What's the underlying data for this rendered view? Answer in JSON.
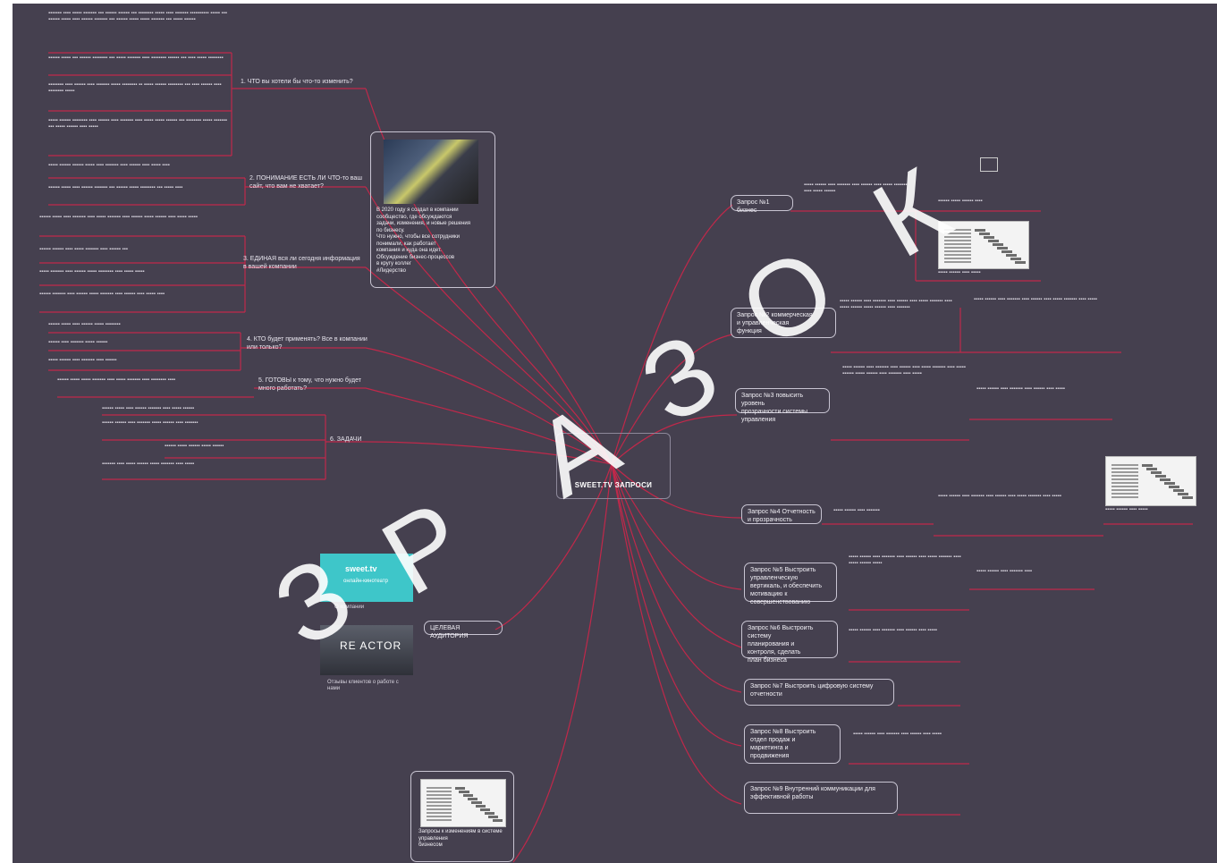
{
  "root": {
    "label": "SWEET.TV ЗАПРОСИ"
  },
  "left": [
    {
      "label": "1. ЧТО вы хотели бы что-то изменить?"
    },
    {
      "label": "2. ПОНИМАНИЕ ЕСТЬ ЛИ ЧТО-то ваш\nсайт, что вам не хватает?"
    },
    {
      "label": "3. ЕДИНАЯ вся ли сегодня информация\nв вашей компании"
    },
    {
      "label": "4. КТО будет применять? Все в компании\nили только?"
    },
    {
      "label": "5. ГОТОВЫ к тому, что нужно будет\nмного работать?"
    },
    {
      "label": "6. ЗАДАЧИ"
    }
  ],
  "photo_card": {
    "text": "В 2020 году я создал в компании\nсообщество, где обсуждаются\nзадачи, изменения, и новые решения\nпо бизнесу.\nЧто нужно, чтобы все сотрудники\nпонимали, как работает\nкомпания и куда она идет.\nОбсуждение бизнес-процессов\nв кругу коллег\n#Лидерство"
  },
  "right": [
    {
      "label": "Запрос №1 бизнес"
    },
    {
      "label": "Запрос №2 коммерческая\nи управленческая\nфункция"
    },
    {
      "label": "Запрос №3 повысить уровень\nпрозрачности системы\nуправления"
    },
    {
      "label": "Запрос №4 Отчетность\nи прозрачность"
    },
    {
      "label": "Запрос №5 Выстроить\nуправленческую\nвертикаль, и обеспечить\nмотивацию к\nсовершенствованию"
    },
    {
      "label": "Запрос №6 Выстроить систему\nпланирования и\nконтроля, сделать\nплан бизнеса"
    },
    {
      "label": "Запрос №7 Выстроить цифровую систему\nотчетности"
    },
    {
      "label": "Запрос №8 Выстроить\nотдел продаж и\nмаркетинга и\nпродвижения"
    },
    {
      "label": "Запрос №9 Внутренний коммуникации для\nэффективной работы"
    }
  ],
  "bottom_left": {
    "label": "ЦЕЛЕВАЯ АУДИТОРИЯ"
  },
  "sweet_card": {
    "brand": "sweet.tv",
    "tagline": "онлайн-кинотеатр",
    "caption": "О компании"
  },
  "reactor_card": {
    "brand": "RE ACTOR",
    "caption": "Отзывы клиентов о работе с нами"
  },
  "bottom_card": {
    "text": "Запросы к изменениям в системе управления\nбизнесом"
  },
  "watermark": {
    "text": "ЗРАЗОК"
  },
  "colors": {
    "background": "#45404f",
    "edge": "#c0284a",
    "text": "#e9e6ef"
  }
}
